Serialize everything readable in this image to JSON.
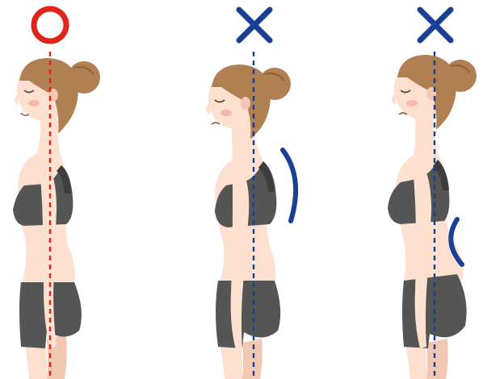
{
  "title": "",
  "colors": {
    "background": "#ffffff",
    "correct_mark": "#e0231b",
    "incorrect_mark": "#1a3f93",
    "skin": "#fde0cf",
    "skin_shadow": "#f2c8b3",
    "hair": "#b07f52",
    "hair_dark": "#8c623c",
    "clothing": "#555555",
    "clothing_dark": "#3d3d3d",
    "cheek": "#f7b9a8"
  },
  "figures": [
    {
      "id": "good-posture",
      "mark": "circle-icon",
      "verdict": "correct",
      "guide_line_color": "#e0231b",
      "expression": "smile"
    },
    {
      "id": "rounded-back",
      "mark": "cross-icon",
      "verdict": "incorrect",
      "guide_line_color": "#1a3f93",
      "expression": "frown",
      "curve": "upper-back-arc"
    },
    {
      "id": "sway-back",
      "mark": "cross-icon",
      "verdict": "incorrect",
      "guide_line_color": "#1a3f93",
      "expression": "frown",
      "curve": "lower-back-arc"
    }
  ]
}
